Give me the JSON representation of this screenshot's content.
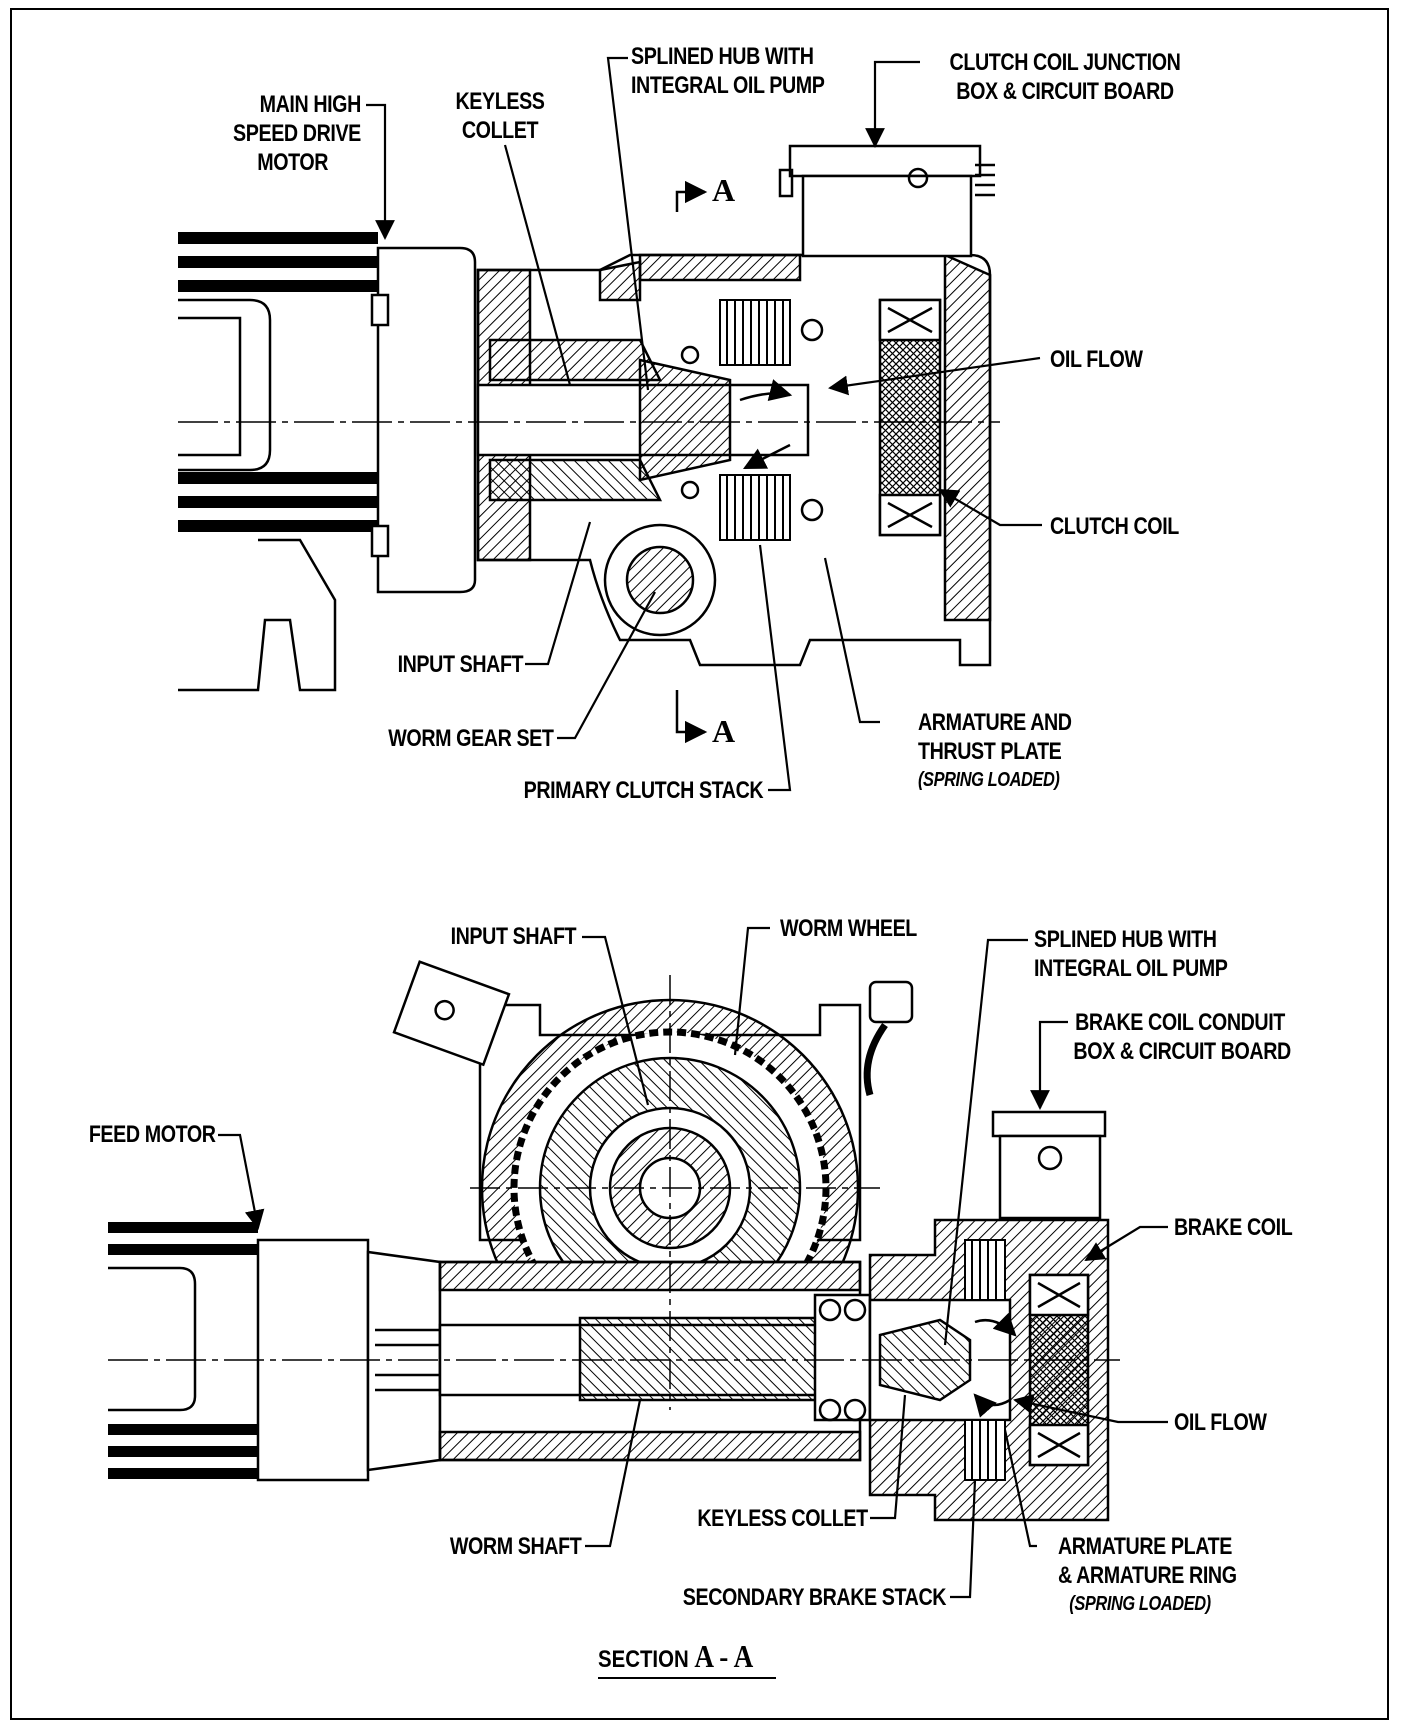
{
  "top_view": {
    "labels": {
      "main_motor": [
        "MAIN HIGH",
        "SPEED DRIVE",
        "MOTOR"
      ],
      "keyless_collet": [
        "KEYLESS",
        "COLLET"
      ],
      "splined_hub": [
        "SPLINED HUB WITH",
        "INTEGRAL OIL PUMP"
      ],
      "clutch_box": [
        "CLUTCH COIL JUNCTION",
        "BOX & CIRCUIT BOARD"
      ],
      "oil_flow": "OIL FLOW",
      "clutch_coil": "CLUTCH COIL",
      "input_shaft": "INPUT SHAFT",
      "worm_gear_set": "WORM GEAR SET",
      "armature_thrust": [
        "ARMATURE AND",
        "THRUST PLATE"
      ],
      "spring_loaded": "(SPRING LOADED)",
      "primary_clutch": "PRIMARY CLUTCH STACK"
    },
    "section_marker": "A"
  },
  "bottom_view": {
    "labels": {
      "input_shaft": "INPUT SHAFT",
      "worm_wheel": "WORM WHEEL",
      "splined_hub": [
        "SPLINED HUB WITH",
        "INTEGRAL OIL PUMP"
      ],
      "brake_box": [
        "BRAKE COIL CONDUIT",
        "BOX & CIRCUIT BOARD"
      ],
      "feed_motor": "FEED MOTOR",
      "brake_coil": "BRAKE COIL",
      "oil_flow": "OIL FLOW",
      "keyless_collet": "KEYLESS COLLET",
      "worm_shaft": "WORM SHAFT",
      "armature_plate": [
        "ARMATURE PLATE",
        "& ARMATURE RING"
      ],
      "spring_loaded": "(SPRING LOADED)",
      "secondary_brake": "SECONDARY BRAKE STACK"
    },
    "section_title": {
      "prefix": "SECTION ",
      "mark": "A - A"
    }
  }
}
